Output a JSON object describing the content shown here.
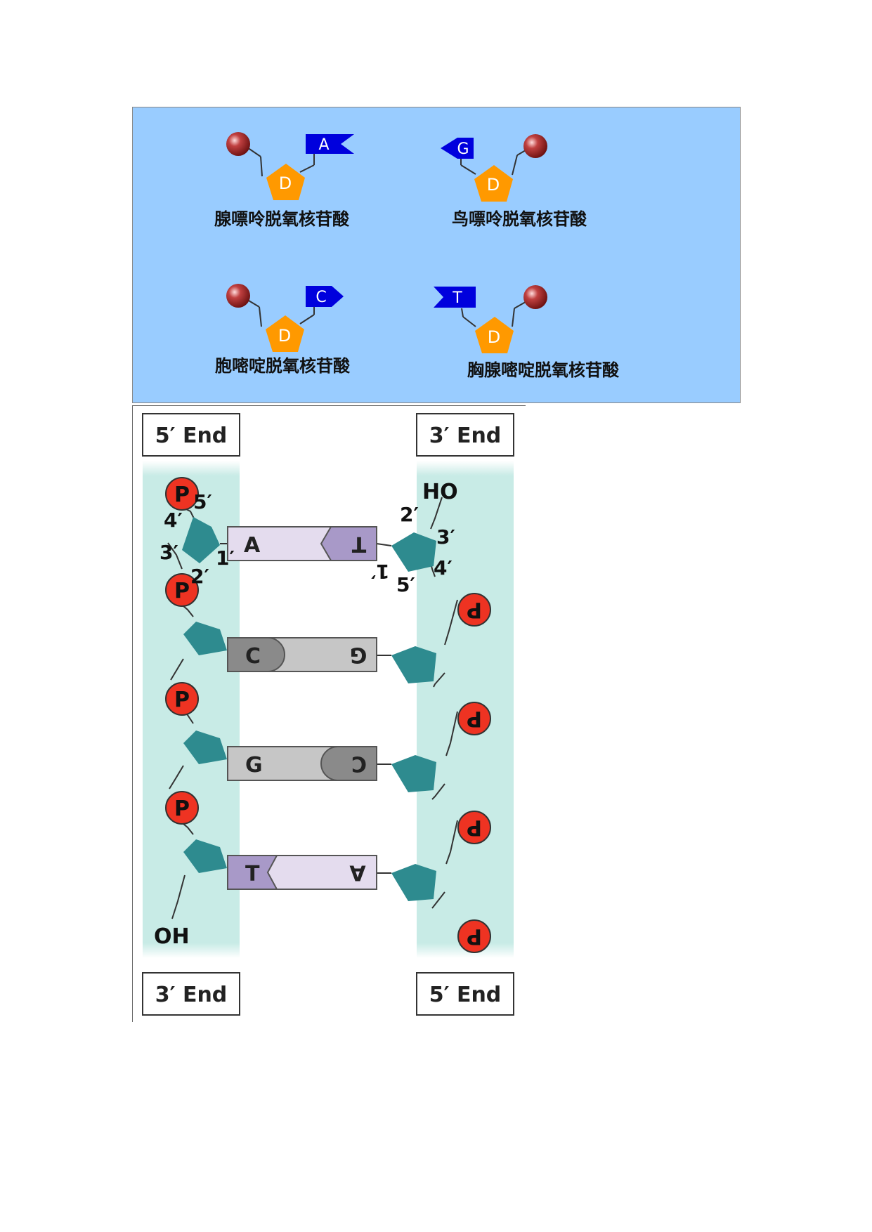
{
  "nucleotides": [
    {
      "base": "A",
      "sugar": "D",
      "name": "腺嘌呤脱氧核苷酸",
      "colors": {
        "base": "#0000dd",
        "sugar": "#ff9900",
        "phosphate": "#b03030"
      }
    },
    {
      "base": "G",
      "sugar": "D",
      "name": "鸟嘌呤脱氧核苷酸"
    },
    {
      "base": "C",
      "sugar": "D",
      "name": "胞嘧啶脱氧核苷酸"
    },
    {
      "base": "T",
      "sugar": "D",
      "name": "胸腺嘧啶脱氧核苷酸"
    }
  ],
  "dna": {
    "end_labels": {
      "top_left": "5′ End",
      "top_right": "3′ End",
      "bottom_left": "3′ End",
      "bottom_right": "5′ End"
    },
    "phosphate_label": "P",
    "left_terminal": "OH",
    "right_terminal": "HO",
    "carbon_labels": {
      "c1": "1′",
      "c2": "2′",
      "c3": "3′",
      "c4": "4′",
      "c5": "5′"
    },
    "pairs": [
      {
        "left": "A",
        "right": "T"
      },
      {
        "left": "C",
        "right": "G"
      },
      {
        "left": "G",
        "right": "C"
      },
      {
        "left": "T",
        "right": "A"
      }
    ],
    "colors": {
      "strand_band": "#c8ebe6",
      "sugar": "#2e8b8f",
      "phosphate": "#ee3322",
      "purine_light": "#e4dcee",
      "purine_dark": "#a899c8",
      "gc_light": "#c6c6c6",
      "gc_dark": "#8a8a8a"
    }
  }
}
